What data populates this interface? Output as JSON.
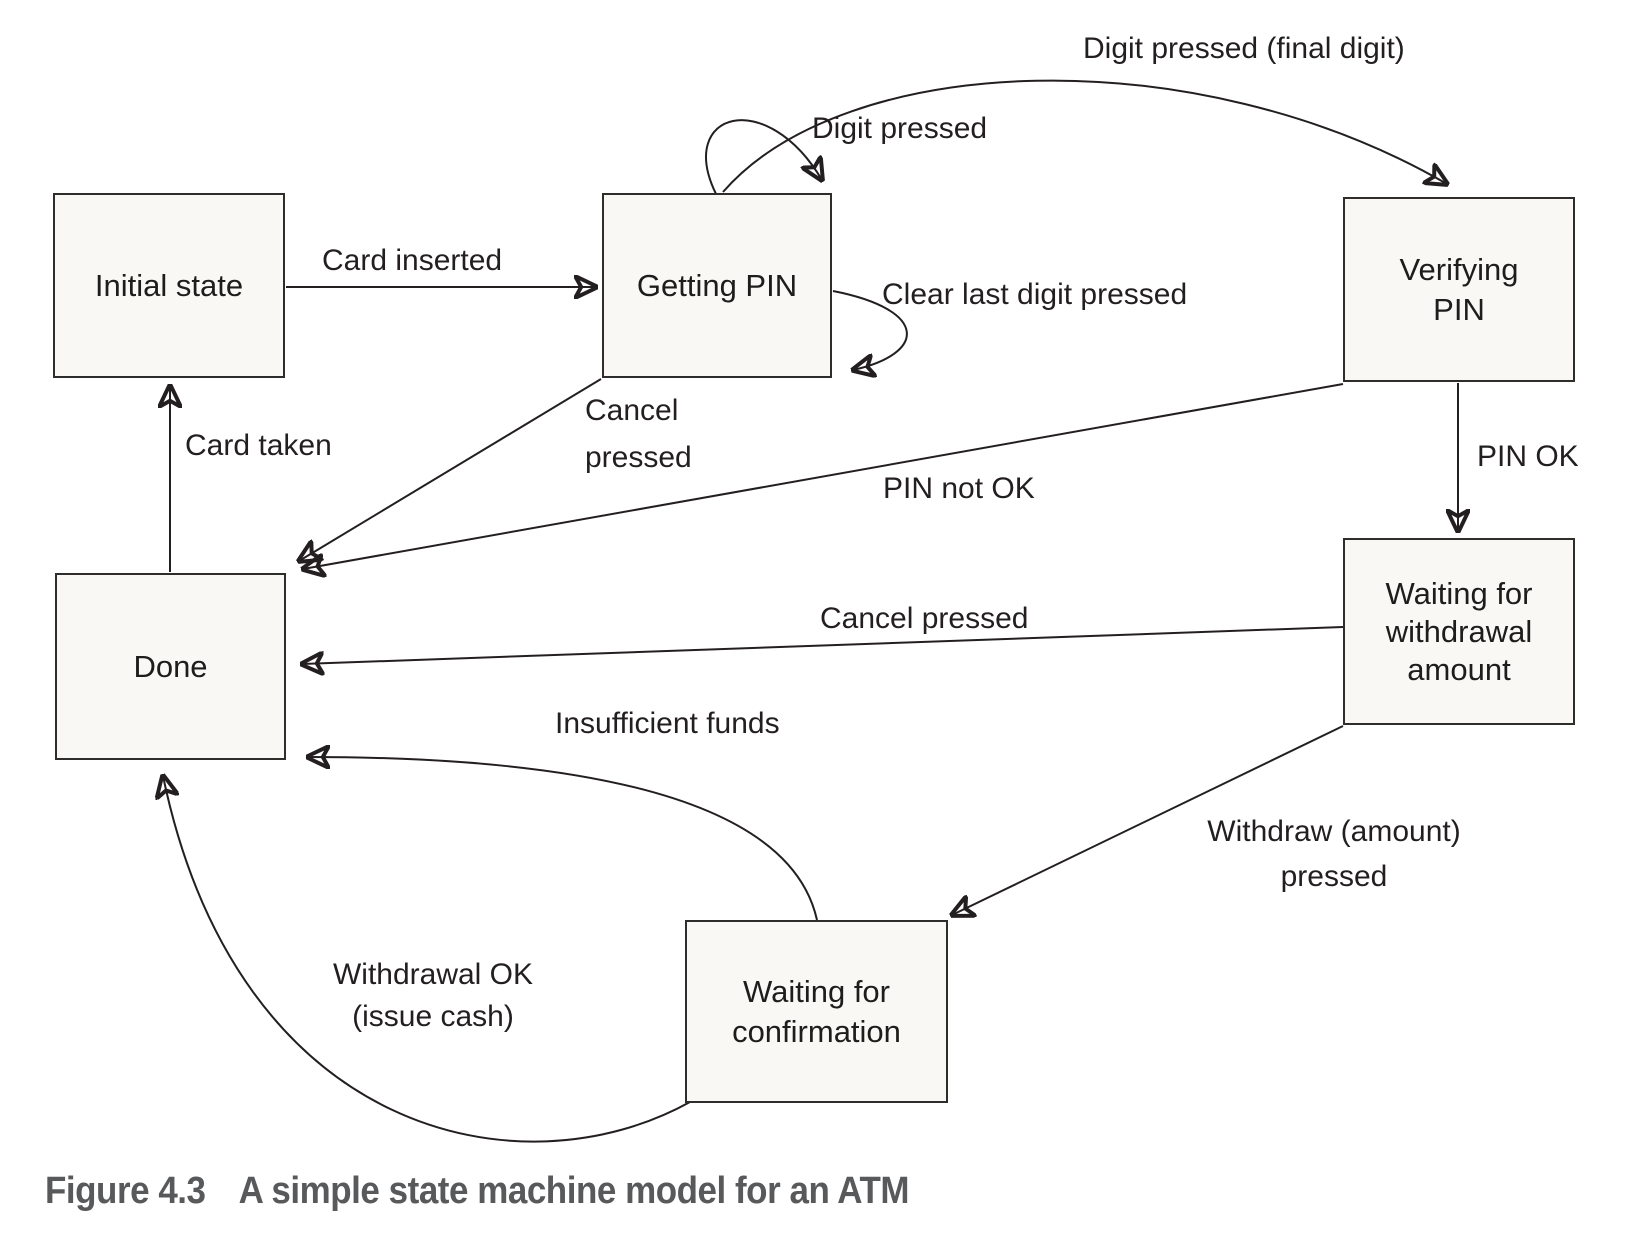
{
  "colors": {
    "line": "#231f20",
    "box_fill": "#f9f8f4",
    "box_border": "#2e2d2c",
    "label_text": "#231f20",
    "caption_text": "#58595b",
    "background": "#ffffff"
  },
  "states": {
    "initial": {
      "lines": [
        "Initial state"
      ]
    },
    "getting_pin": {
      "lines": [
        "Getting PIN"
      ]
    },
    "verifying_pin": {
      "lines": [
        "Verifying",
        "PIN"
      ]
    },
    "waiting_withdrawal": {
      "lines": [
        "Waiting for",
        "withdrawal",
        "amount"
      ]
    },
    "done": {
      "lines": [
        "Done"
      ]
    },
    "waiting_confirmation": {
      "lines": [
        "Waiting for",
        "confirmation"
      ]
    }
  },
  "transitions": {
    "card_inserted": {
      "lines": [
        "Card inserted"
      ]
    },
    "digit_pressed": {
      "lines": [
        "Digit pressed"
      ]
    },
    "digit_pressed_final": {
      "lines": [
        "Digit pressed (final digit)"
      ]
    },
    "clear_last_digit": {
      "lines": [
        "Clear last digit pressed"
      ]
    },
    "cancel_pressed_getting_pin": {
      "lines": [
        "Cancel",
        "pressed"
      ]
    },
    "card_taken": {
      "lines": [
        "Card taken"
      ]
    },
    "pin_ok": {
      "lines": [
        "PIN OK"
      ]
    },
    "pin_not_ok": {
      "lines": [
        "PIN not OK"
      ]
    },
    "cancel_pressed_withdrawal": {
      "lines": [
        "Cancel pressed"
      ]
    },
    "withdraw_amount": {
      "lines": [
        "Withdraw (amount)",
        "pressed"
      ]
    },
    "insufficient_funds": {
      "lines": [
        "Insufficient funds"
      ]
    },
    "withdrawal_ok": {
      "lines": [
        "Withdrawal OK",
        "(issue cash)"
      ]
    }
  },
  "caption": {
    "figure_number": "Figure 4.3",
    "title": "A simple state machine model for an ATM"
  }
}
